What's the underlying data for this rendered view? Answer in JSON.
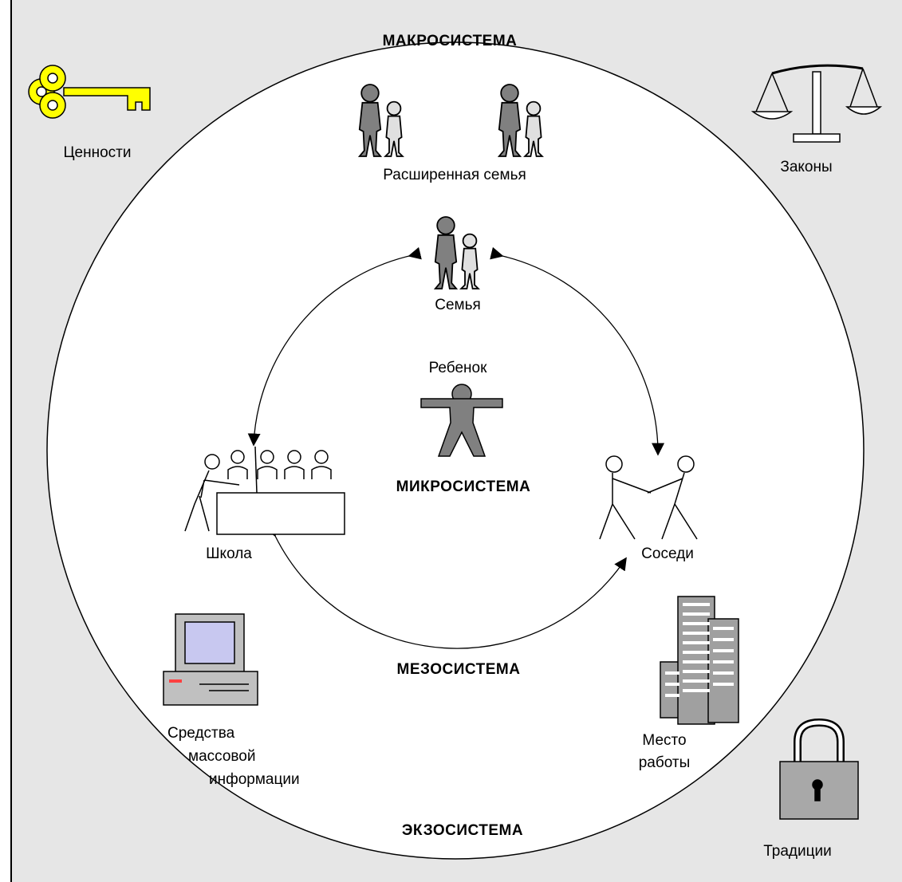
{
  "diagram": {
    "labels": {
      "macrosystem": "МАКРОСИСТЕМА",
      "values": "Ценности",
      "laws": "Законы",
      "extended_family": "Расширенная семья",
      "family": "Семья",
      "child": "Ребенок",
      "microsystem": "МИКРОСИСТЕМА",
      "school": "Школа",
      "neighbors": "Соседи",
      "mesosystem": "МЕЗОСИСТЕМА",
      "media_line1": "Средства",
      "media_line2": "массовой",
      "media_line3": "информации",
      "work_line1": "Место",
      "work_line2": "работы",
      "exosystem": "ЭКЗОСИСТЕМА",
      "traditions": "Традиции"
    },
    "colors": {
      "background": "#e6e6e6",
      "circle_fill": "#ffffff",
      "stroke": "#000000",
      "person_dark": "#808080",
      "person_light": "#e0e0e0",
      "key": "#ffff00",
      "monitor_screen": "#c8c8f0",
      "device": "#c0c0c0",
      "building": "#a0a0a0",
      "lock": "#a8a8a8"
    },
    "icons": [
      "key-icon",
      "scales-icon",
      "family-icon",
      "child-icon",
      "school-icon",
      "neighbors-icon",
      "computer-icon",
      "building-icon",
      "padlock-icon"
    ]
  }
}
